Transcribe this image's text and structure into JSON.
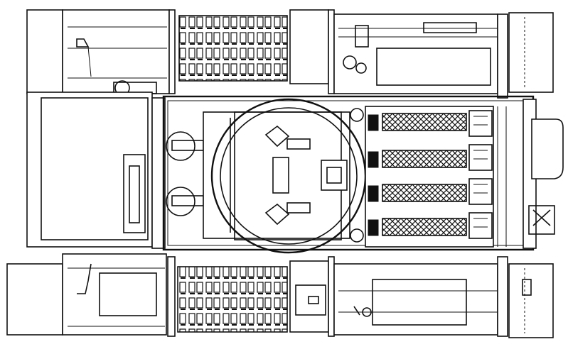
{
  "figure": {
    "subject": "tank-hull-top-view",
    "palette": {
      "line": "#111111",
      "background": "#ffffff"
    },
    "parts": [
      "front-plate",
      "left-track-fender",
      "right-track-fender",
      "turret-ring",
      "hatch",
      "engine-deck-grilles",
      "exhaust-mufflers",
      "periscopes",
      "tools",
      "fuel-caps",
      "rear-hull"
    ]
  }
}
